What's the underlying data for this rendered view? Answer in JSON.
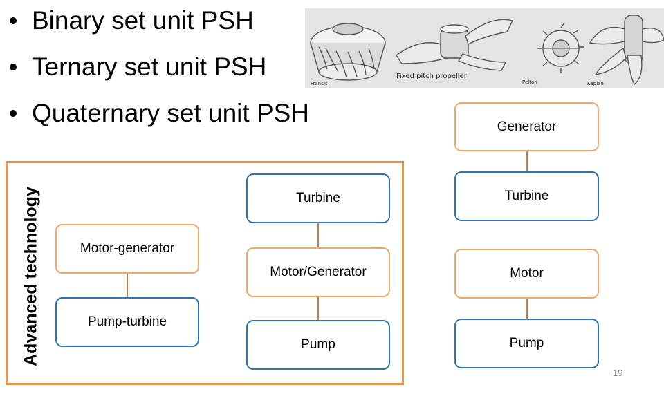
{
  "bullets": [
    "Binary set unit PSH",
    "Ternary set unit PSH",
    "Quaternary set unit PSH"
  ],
  "image": {
    "captions": {
      "francis": "Francis",
      "propeller": "Fixed pitch propeller",
      "pelton": "Pelton",
      "kaplan": "Kaplan"
    }
  },
  "advanced": {
    "label": "Advanced technology",
    "binary": {
      "top": "Motor-generator",
      "bottom": "Pump-turbine"
    },
    "ternary": {
      "top": "Turbine",
      "middle": "Motor/Generator",
      "bottom": "Pump"
    }
  },
  "quaternary": {
    "generator": "Generator",
    "turbine": "Turbine",
    "motor": "Motor",
    "pump": "Pump"
  },
  "page_number": "19",
  "colors": {
    "orange_border": "#f0a868",
    "blue_border": "#2e75b6",
    "frame": "#e8954d",
    "connector": "#c97a3d"
  }
}
